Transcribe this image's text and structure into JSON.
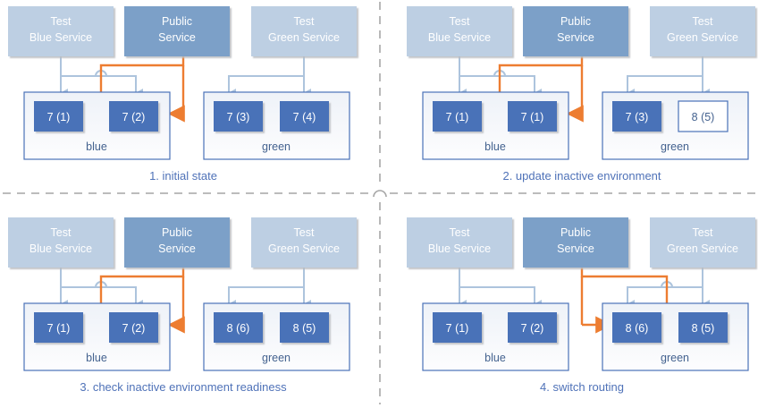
{
  "colors": {
    "test_service_fill": "#bdcfe3",
    "public_service_fill": "#7ba0c8",
    "pod_fill": "#4a72b8",
    "pod_outline_fill": "#ffffff",
    "pod_outline_stroke": "#4a72b8",
    "env_fill": "#f2f5f9",
    "env_stroke": "#4a72b8",
    "connector_blue": "#adc4dd",
    "connector_orange": "#ed7d31",
    "caption_text": "#4f72b8",
    "env_text": "#44628f",
    "service_text": "#ffffff",
    "divider": "#a6a6a6",
    "background": "#ffffff"
  },
  "labels": {
    "test_blue_service": "Test\nBlue Service",
    "test_blue_service_line1": "Test",
    "test_blue_service_line2": "Blue Service",
    "public_service_line1": "Public",
    "public_service_line2": "Service",
    "test_green_service_line1": "Test",
    "test_green_service_line2": "Green Service",
    "env_blue": "blue",
    "env_green": "green"
  },
  "panels": [
    {
      "id": "panel-1",
      "caption": "1. initial state",
      "services": {
        "test_blue": {
          "line1": "Test",
          "line2": "Blue Service"
        },
        "public": {
          "line1": "Public",
          "line2": "Service"
        },
        "test_green": {
          "line1": "Test",
          "line2": "Green Service"
        }
      },
      "environments": [
        {
          "name": "blue",
          "active": true,
          "pods": [
            {
              "label": "7 (1)",
              "style": "filled"
            },
            {
              "label": "7 (2)",
              "style": "filled"
            }
          ]
        },
        {
          "name": "green",
          "active": false,
          "pods": [
            {
              "label": "7 (3)",
              "style": "filled"
            },
            {
              "label": "7 (4)",
              "style": "filled"
            }
          ]
        }
      ],
      "routing": {
        "public_traffic_to": "blue",
        "test_blue_to": "blue",
        "test_green_to": "green"
      }
    },
    {
      "id": "panel-2",
      "caption": "2. update inactive environment",
      "services": {
        "test_blue": {
          "line1": "Test",
          "line2": "Blue Service"
        },
        "public": {
          "line1": "Public",
          "line2": "Service"
        },
        "test_green": {
          "line1": "Test",
          "line2": "Green Service"
        }
      },
      "environments": [
        {
          "name": "blue",
          "active": true,
          "pods": [
            {
              "label": "7 (1)",
              "style": "filled"
            },
            {
              "label": "7 (1)",
              "style": "filled"
            }
          ]
        },
        {
          "name": "green",
          "active": false,
          "pods": [
            {
              "label": "7 (3)",
              "style": "filled"
            },
            {
              "label": "8 (5)",
              "style": "outline"
            }
          ]
        }
      ],
      "routing": {
        "public_traffic_to": "blue",
        "test_blue_to": "blue",
        "test_green_to": "green"
      }
    },
    {
      "id": "panel-3",
      "caption": "3. check inactive environment readiness",
      "services": {
        "test_blue": {
          "line1": "Test",
          "line2": "Blue Service"
        },
        "public": {
          "line1": "Public",
          "line2": "Service"
        },
        "test_green": {
          "line1": "Test",
          "line2": "Green Service"
        }
      },
      "environments": [
        {
          "name": "blue",
          "active": true,
          "pods": [
            {
              "label": "7 (1)",
              "style": "filled"
            },
            {
              "label": "7 (2)",
              "style": "filled"
            }
          ]
        },
        {
          "name": "green",
          "active": false,
          "pods": [
            {
              "label": "8 (6)",
              "style": "filled"
            },
            {
              "label": "8 (5)",
              "style": "filled"
            }
          ]
        }
      ],
      "routing": {
        "public_traffic_to": "blue",
        "test_blue_to": "blue",
        "test_green_to": "green"
      }
    },
    {
      "id": "panel-4",
      "caption": "4. switch routing",
      "services": {
        "test_blue": {
          "line1": "Test",
          "line2": "Blue Service"
        },
        "public": {
          "line1": "Public",
          "line2": "Service"
        },
        "test_green": {
          "line1": "Test",
          "line2": "Green Service"
        }
      },
      "environments": [
        {
          "name": "blue",
          "active": false,
          "pods": [
            {
              "label": "7 (1)",
              "style": "filled"
            },
            {
              "label": "7 (2)",
              "style": "filled"
            }
          ]
        },
        {
          "name": "green",
          "active": true,
          "pods": [
            {
              "label": "8 (6)",
              "style": "filled"
            },
            {
              "label": "8 (5)",
              "style": "filled"
            }
          ]
        }
      ],
      "routing": {
        "public_traffic_to": "green",
        "test_blue_to": "blue",
        "test_green_to": "green"
      }
    }
  ]
}
